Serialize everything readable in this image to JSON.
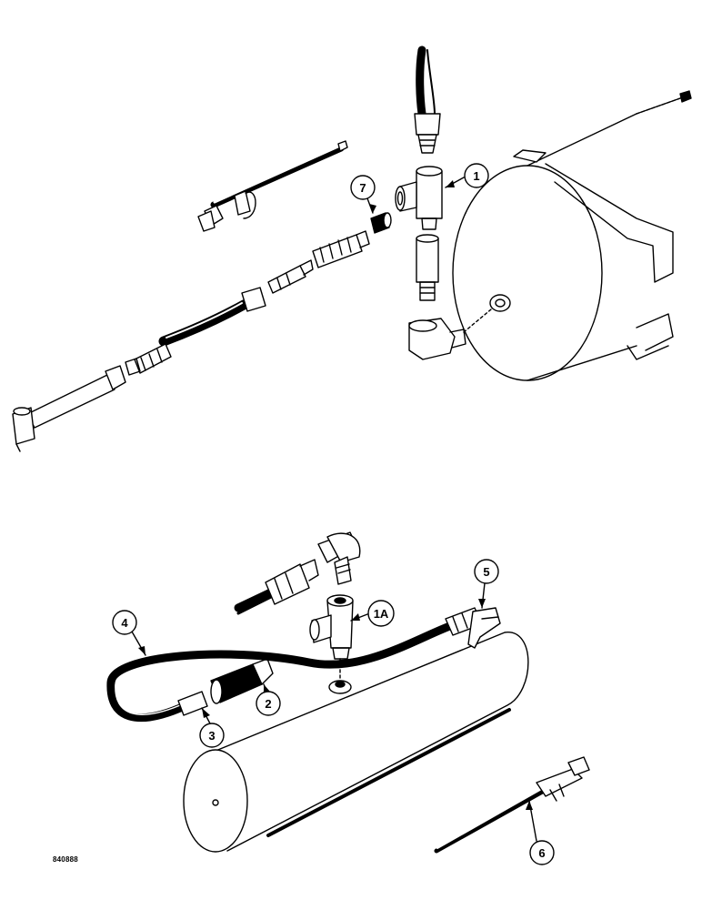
{
  "figure": {
    "id": "840888"
  },
  "callouts": {
    "c1": "1",
    "c7": "7",
    "c1a": "1A",
    "c2": "2",
    "c3": "3",
    "c4": "4",
    "c5": "5",
    "c6": "6"
  },
  "colors": {
    "ink": "#000000",
    "paper": "#ffffff"
  }
}
